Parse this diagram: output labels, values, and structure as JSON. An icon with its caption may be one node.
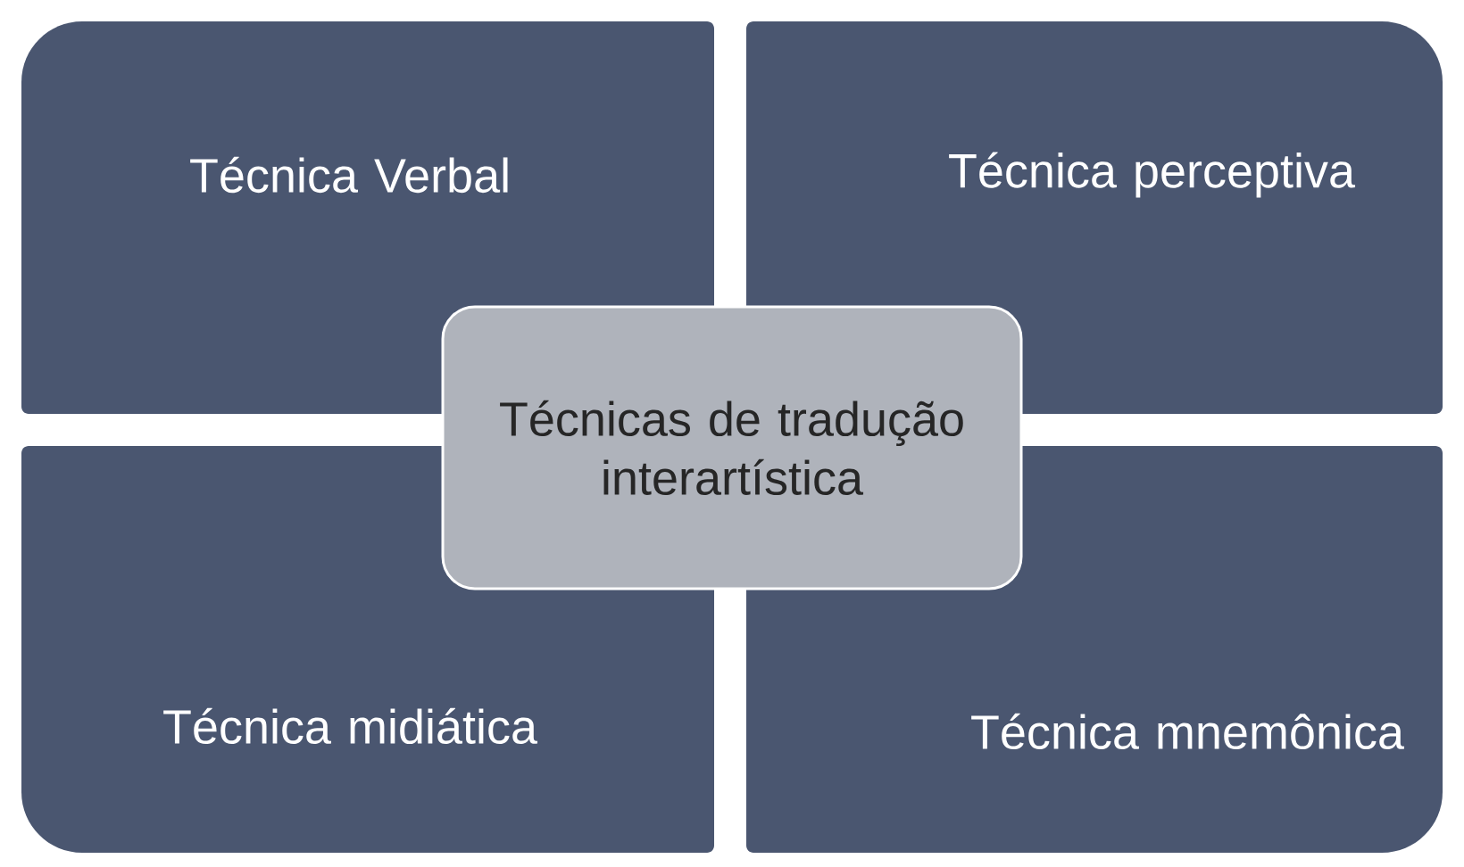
{
  "diagram": {
    "nodes": [
      {
        "text": [
          "Técnica Verbal"
        ]
      },
      {
        "text": [
          "Técnica perceptiva"
        ]
      },
      {
        "text": [
          "Técnicas de tradução interartística"
        ]
      },
      {
        "text": [
          "Técnica midiática"
        ]
      },
      {
        "text": [
          "Técnica mnemônica"
        ]
      }
    ]
  }
}
